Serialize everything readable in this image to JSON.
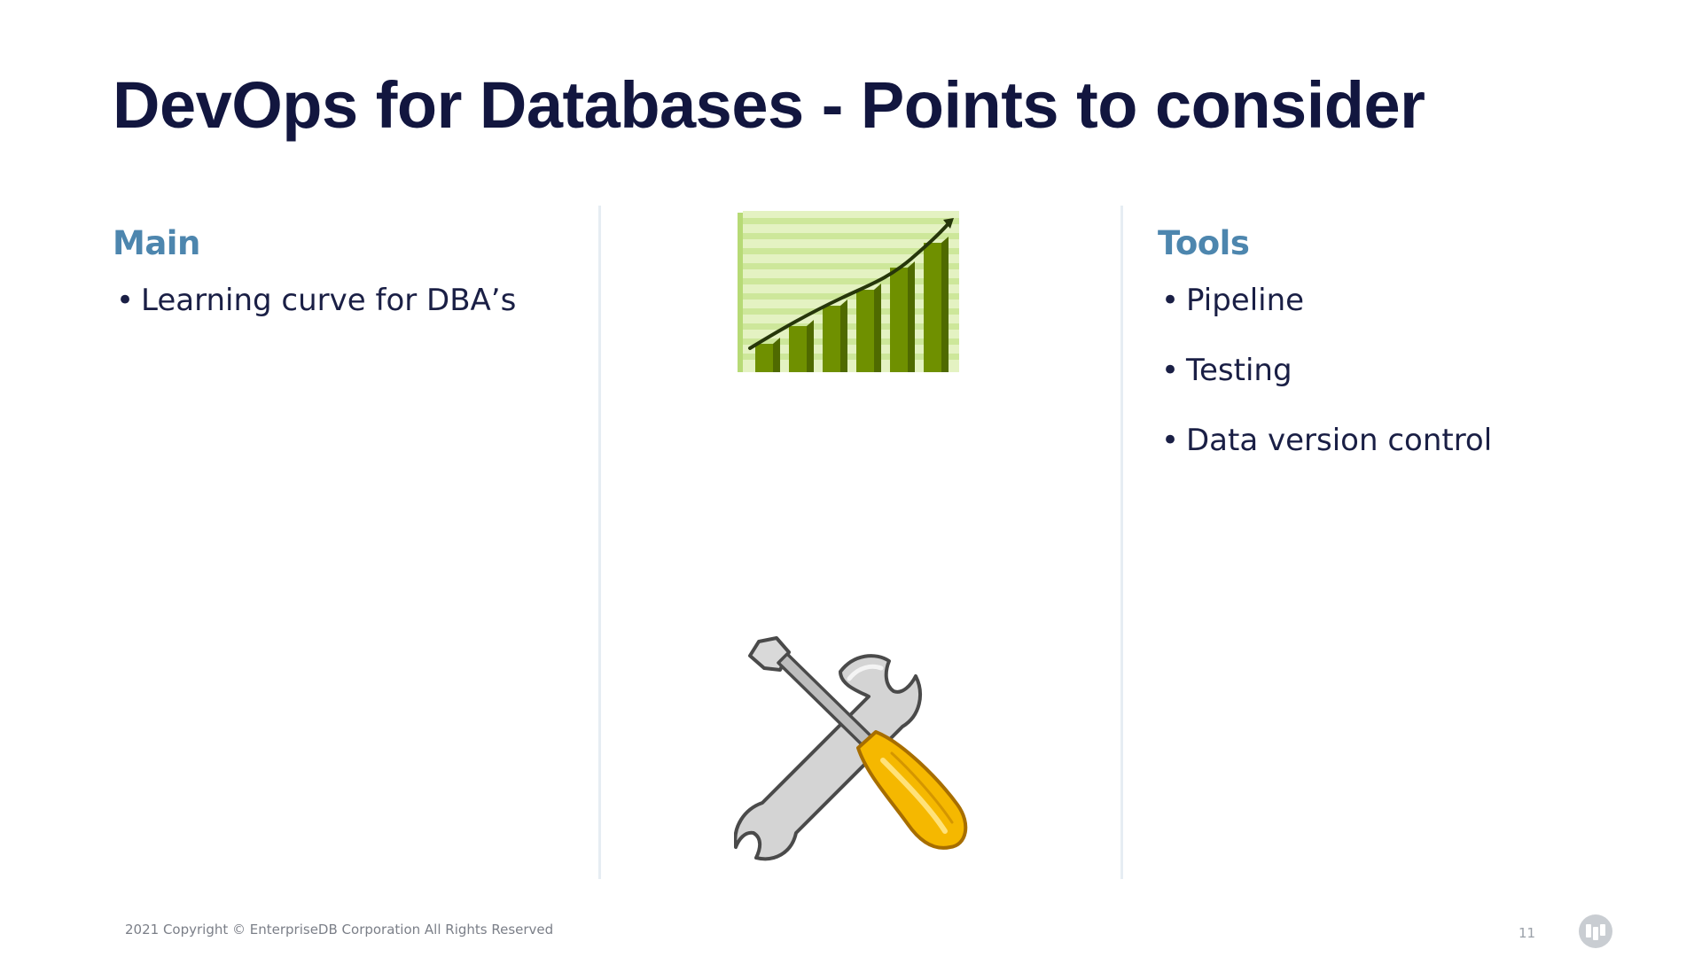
{
  "slide": {
    "title": "DevOps for Databases - Points to consider",
    "main": {
      "heading": "Main",
      "bullets": [
        "Learning curve for DBA’s"
      ]
    },
    "tools": {
      "heading": "Tools",
      "bullets": [
        "Pipeline",
        "Testing",
        "Data version control"
      ]
    },
    "footer": {
      "copyright": "2021 Copyright © EnterpriseDB Corporation All Rights Reserved",
      "page_number": "11"
    },
    "bullet_glyph": "•",
    "icons": {
      "chart": "bar-chart-growth-icon",
      "tools": "wrench-screwdriver-icon",
      "logo": "edb-logo-icon"
    },
    "colors": {
      "title": "#12163f",
      "heading": "#4d86ae",
      "body": "#1a1f45",
      "divider": "#e6edf3"
    }
  }
}
